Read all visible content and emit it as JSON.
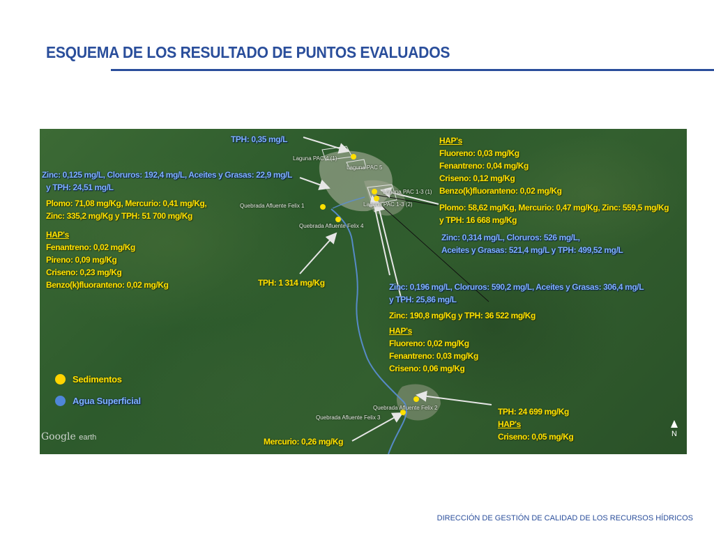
{
  "page": {
    "title": "ESQUEMA DE LOS RESULTADO DE PUNTOS EVALUADOS",
    "footer": "DIRECCIÓN DE GESTIÓN DE CALIDAD DE LOS RECURSOS HÍDRICOS"
  },
  "colors": {
    "title": "#2a4e9b",
    "sediment": "#ffe000",
    "surface_water": "#7fb0ff",
    "river": "#5b8fd8",
    "map_vegetation": "#2d5a2c"
  },
  "map": {
    "watermark": {
      "brand": "Google",
      "product": "earth"
    },
    "north_label": "N",
    "places": {
      "pac4": "Laguna PAC 4 (1)",
      "pac5": "Laguna PAC 5",
      "pac13": "Laguna PAC 1-3 (2)",
      "pac13b": "Laguna PAC 1-3 (1)",
      "felix1": "Quebrada Afluente Felix 1",
      "felix4": "Quebrada Afluente Felix 4",
      "felix2": "Quebrada Afluente Felix 2",
      "felix3": "Quebrada Afluente Felix 3"
    },
    "legend": {
      "sediments": "Sedimentos",
      "surface_water": "Agua Superficial"
    },
    "annotations": {
      "tph_top": "TPH: 0,35 mg/L",
      "left_water_1": "Zinc: 0,125 mg/L, Cloruros: 192,4 mg/L, Aceites y Grasas: 22,9 mg/L",
      "left_water_2": "y TPH: 24,51 mg/L",
      "left_sed_1": "Plomo: 71,08 mg/Kg, Mercurio: 0,41 mg/Kg,",
      "left_sed_2": "Zinc: 335,2 mg/Kg y TPH: 51 700 mg/Kg",
      "left_hap": "HAP's",
      "left_hap_1": "Fenantreno: 0,02 mg/Kg",
      "left_hap_2": "Pireno: 0,09 mg/Kg",
      "left_hap_3": "Criseno: 0,23 mg/Kg",
      "left_hap_4": "Benzo(k)fluoranteno: 0,02 mg/Kg",
      "tph_mid": "TPH: 1 314 mg/Kg",
      "right_hap": "HAP's",
      "right_hap_1": "Fluoreno: 0,03 mg/Kg",
      "right_hap_2": "Fenantreno: 0,04 mg/Kg",
      "right_hap_3": "Criseno: 0,12 mg/Kg",
      "right_hap_4": "Benzo(k)fluoranteno: 0,02 mg/Kg",
      "right_sed_1": "Plomo: 58,62 mg/Kg, Mercurio:  0,47 mg/Kg, Zinc: 559,5 mg/Kg",
      "right_sed_2": " y TPH: 16 668 mg/Kg",
      "right_water_1": "Zinc: 0,314 mg/L, Cloruros: 526 mg/L,",
      "right_water_2": "Aceites y Grasas: 521,4 mg/L y TPH: 499,52 mg/L",
      "center_water_1": "Zinc: 0,196 mg/L, Cloruros: 590,2 mg/L, Aceites y Grasas: 306,4 mg/L",
      "center_water_2": "y TPH: 25,86 mg/L",
      "center_sed": "Zinc: 190,8 mg/Kg y TPH: 36 522 mg/Kg",
      "center_hap": "HAP's",
      "center_hap_1": "Fluoreno: 0,02 mg/Kg",
      "center_hap_2": "Fenantreno: 0,03 mg/Kg",
      "center_hap_3": "Criseno: 0,06 mg/Kg",
      "bottom_right_1": "TPH:  24  699 mg/Kg",
      "bottom_right_hap": "HAP's",
      "bottom_right_2": "Criseno: 0,05 mg/Kg",
      "mercury_bottom": "Mercurio:  0,26 mg/Kg"
    }
  }
}
